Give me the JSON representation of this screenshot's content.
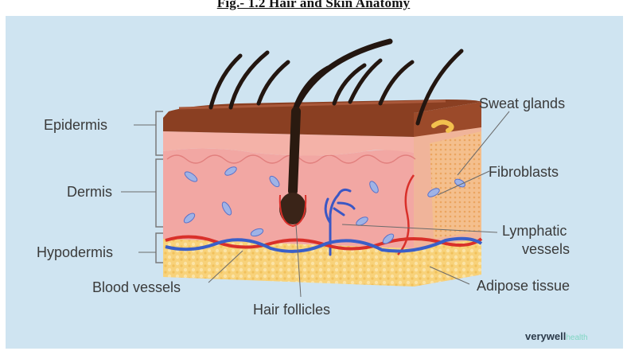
{
  "figure": {
    "title": "Fig.- 1.2 Hair and Skin Anatomy"
  },
  "labels": {
    "epidermis": "Epidermis",
    "dermis": "Dermis",
    "hypodermis": "Hypodermis",
    "blood_vessels": "Blood vessels",
    "hair_follicles": "Hair follicles",
    "sweat_glands": "Sweat glands",
    "fibroblasts": "Fibroblasts",
    "lymphatic_vessels_line1": "Lymphatic",
    "lymphatic_vessels_line2": "vessels",
    "adipose_tissue": "Adipose tissue"
  },
  "brand": {
    "name": "verywell",
    "suffix": "health"
  },
  "colors": {
    "background": "#cfe4f1",
    "epidermis": "#8a3f22",
    "dermis": "#f2a7a3",
    "hypodermis": "#f8d27a",
    "hair": "#2a1a10",
    "blood_vessel_red": "#d9302a",
    "blood_vessel_blue": "#3a5fc8",
    "lymph": "#3b57c4"
  }
}
